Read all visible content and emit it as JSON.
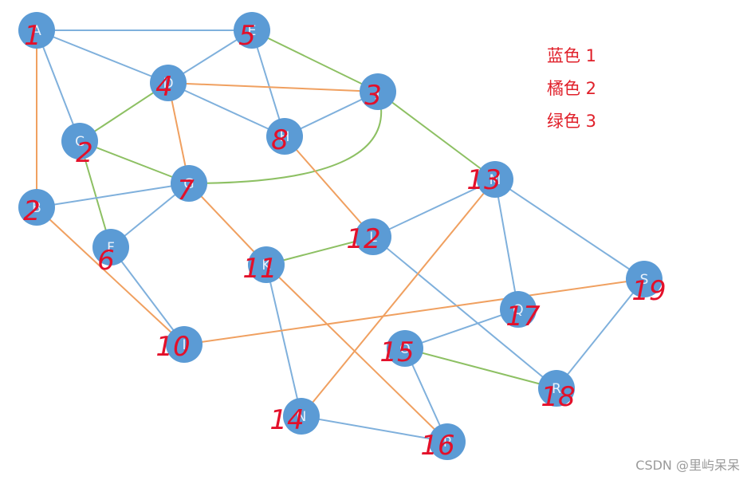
{
  "legend": [
    {
      "label": "蓝色 1",
      "color": "#6fa8dc"
    },
    {
      "label": "橘色 2",
      "color": "#f0a060"
    },
    {
      "label": "绿色 3",
      "color": "#8dc063"
    }
  ],
  "watermark": "CSDN @里屿呆呆",
  "colors": {
    "node": "#5b9bd5",
    "blue_edge": "#7fb0dc",
    "orange_edge": "#f0a060",
    "green_edge": "#8dc063",
    "annotation": "#e3102a"
  },
  "nodes": [
    {
      "id": "A",
      "label": "A",
      "annotation": "1"
    },
    {
      "id": "E",
      "label": "E",
      "annotation": "5"
    },
    {
      "id": "D",
      "label": "D",
      "annotation": "4"
    },
    {
      "id": "J",
      "label": "J",
      "annotation": "3"
    },
    {
      "id": "C",
      "label": "C",
      "annotation": "2"
    },
    {
      "id": "H",
      "label": "H",
      "annotation": "8"
    },
    {
      "id": "G",
      "label": "G",
      "annotation": "7"
    },
    {
      "id": "B",
      "label": "B",
      "annotation": "2"
    },
    {
      "id": "F",
      "label": "F",
      "annotation": "6"
    },
    {
      "id": "K",
      "label": "K",
      "annotation": "11"
    },
    {
      "id": "L",
      "label": "L",
      "annotation": "12"
    },
    {
      "id": "M",
      "label": "M",
      "annotation": "13"
    },
    {
      "id": "S",
      "label": "S",
      "annotation": "19"
    },
    {
      "id": "Q",
      "label": "Q",
      "annotation": "17"
    },
    {
      "id": "O",
      "label": "O",
      "annotation": "15"
    },
    {
      "id": "I",
      "label": "I",
      "annotation": "10"
    },
    {
      "id": "R",
      "label": "R",
      "annotation": "18"
    },
    {
      "id": "N",
      "label": "N",
      "annotation": "14"
    },
    {
      "id": "P",
      "label": "P",
      "annotation": "16"
    }
  ],
  "edges": [
    {
      "from": "A",
      "to": "E",
      "color": "blue"
    },
    {
      "from": "A",
      "to": "D",
      "color": "blue"
    },
    {
      "from": "A",
      "to": "C",
      "color": "blue"
    },
    {
      "from": "A",
      "to": "B",
      "color": "orange"
    },
    {
      "from": "E",
      "to": "D",
      "color": "blue"
    },
    {
      "from": "E",
      "to": "H",
      "color": "blue"
    },
    {
      "from": "E",
      "to": "J",
      "color": "green"
    },
    {
      "from": "D",
      "to": "J",
      "color": "orange"
    },
    {
      "from": "D",
      "to": "H",
      "color": "blue"
    },
    {
      "from": "D",
      "to": "C",
      "color": "green"
    },
    {
      "from": "D",
      "to": "G",
      "color": "orange"
    },
    {
      "from": "J",
      "to": "H",
      "color": "blue"
    },
    {
      "from": "J",
      "to": "M",
      "color": "green"
    },
    {
      "from": "J",
      "to": "G",
      "color": "green",
      "curved": true
    },
    {
      "from": "C",
      "to": "G",
      "color": "green"
    },
    {
      "from": "C",
      "to": "F",
      "color": "green"
    },
    {
      "from": "B",
      "to": "G",
      "color": "blue"
    },
    {
      "from": "B",
      "to": "I",
      "color": "orange"
    },
    {
      "from": "G",
      "to": "F",
      "color": "blue"
    },
    {
      "from": "G",
      "to": "K",
      "color": "orange"
    },
    {
      "from": "H",
      "to": "L",
      "color": "orange"
    },
    {
      "from": "F",
      "to": "I",
      "color": "blue"
    },
    {
      "from": "K",
      "to": "L",
      "color": "green"
    },
    {
      "from": "K",
      "to": "N",
      "color": "blue"
    },
    {
      "from": "K",
      "to": "P",
      "color": "orange"
    },
    {
      "from": "L",
      "to": "M",
      "color": "blue"
    },
    {
      "from": "L",
      "to": "R",
      "color": "blue"
    },
    {
      "from": "M",
      "to": "S",
      "color": "blue"
    },
    {
      "from": "M",
      "to": "Q",
      "color": "blue"
    },
    {
      "from": "M",
      "to": "N",
      "color": "orange"
    },
    {
      "from": "S",
      "to": "I",
      "color": "orange"
    },
    {
      "from": "S",
      "to": "R",
      "color": "blue"
    },
    {
      "from": "Q",
      "to": "O",
      "color": "blue"
    },
    {
      "from": "O",
      "to": "R",
      "color": "green"
    },
    {
      "from": "O",
      "to": "P",
      "color": "blue"
    },
    {
      "from": "N",
      "to": "P",
      "color": "blue"
    }
  ]
}
